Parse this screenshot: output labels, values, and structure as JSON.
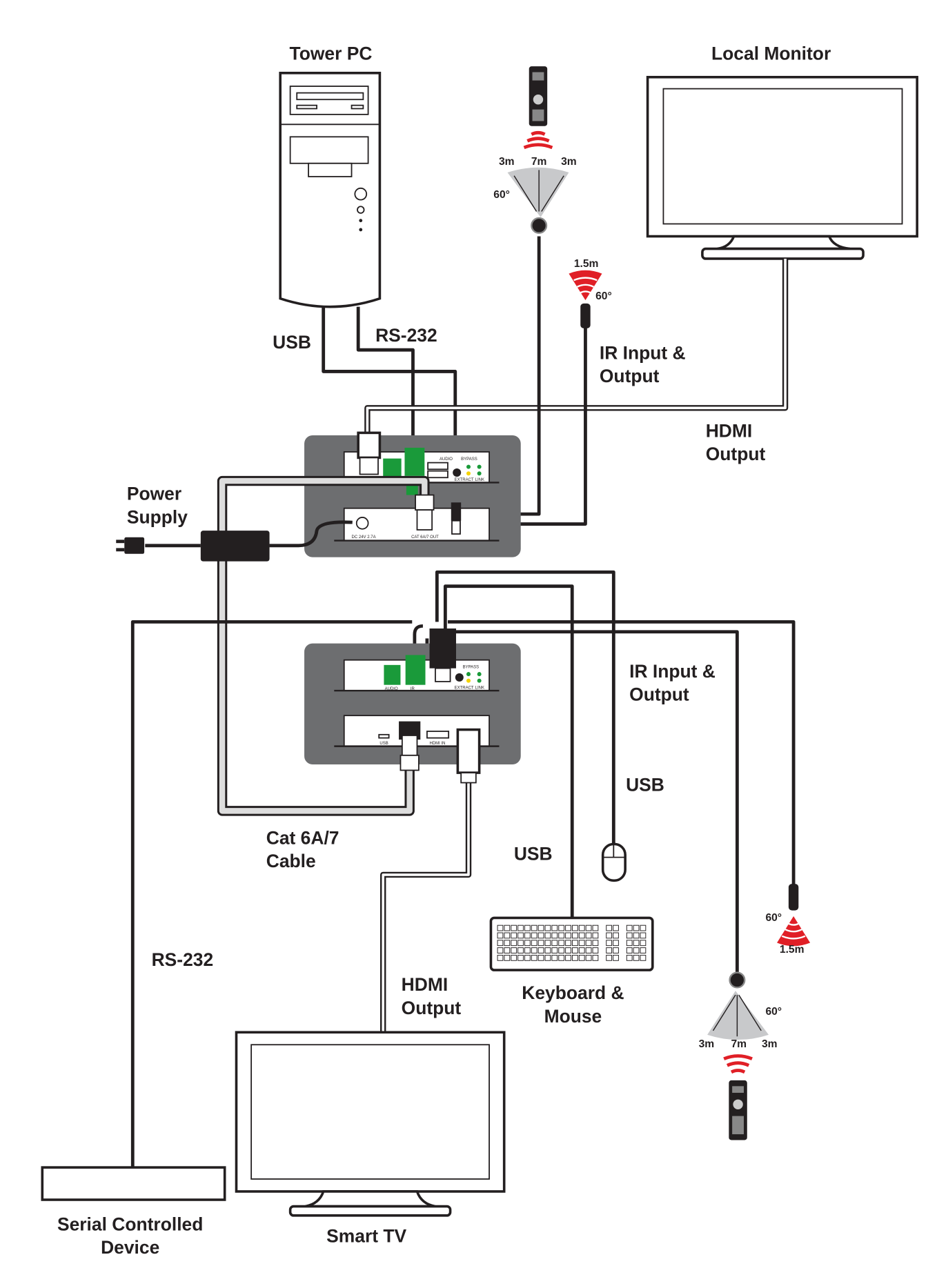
{
  "devices": {
    "tower_pc": "Tower PC",
    "local_monitor": "Local Monitor",
    "smart_tv": "Smart TV",
    "serial_device": [
      "Serial Controlled",
      "Device"
    ],
    "keyboard_mouse": [
      "Keyboard &",
      "Mouse"
    ],
    "power_supply": [
      "Power",
      "Supply"
    ]
  },
  "cables": {
    "usb_tx": "USB",
    "rs232_tx": "RS-232",
    "ir_tx": [
      "IR Input &",
      "Output"
    ],
    "hdmi_tx": [
      "HDMI",
      "Output"
    ],
    "cat": [
      "Cat 6A/7",
      "Cable"
    ],
    "ir_rx": [
      "IR Input &",
      "Output"
    ],
    "usb_rx_mouse": "USB",
    "usb_rx_keyboard": "USB",
    "rs232_rx": "RS-232",
    "hdmi_rx": [
      "HDMI",
      "Output"
    ]
  },
  "ir_ranges": {
    "receiver": {
      "left": "3m",
      "center": "7m",
      "right": "3m",
      "angle": "60°"
    },
    "emitter": {
      "distance": "1.5m",
      "angle": "60°"
    }
  },
  "transmitter": {
    "audio": "AUDIO",
    "bypass": "BYPASS",
    "extract": "EXTRACT",
    "link": "LINK",
    "power": "DC 24V 2.7A",
    "cat_out": "CAT 6A/7 OUT"
  },
  "receiver": {
    "audio": "AUDIO",
    "ir": "IR",
    "bypass": "BYPASS",
    "extract": "EXTRACT",
    "link": "LINK",
    "usb": "USB",
    "hdmi_in": "HDMI IN"
  },
  "colors": {
    "connector_green": "#1a9a3a",
    "ir_red": "#e01f26",
    "device_grey": "#6d6e70",
    "led_yellow": "#f5d300"
  }
}
